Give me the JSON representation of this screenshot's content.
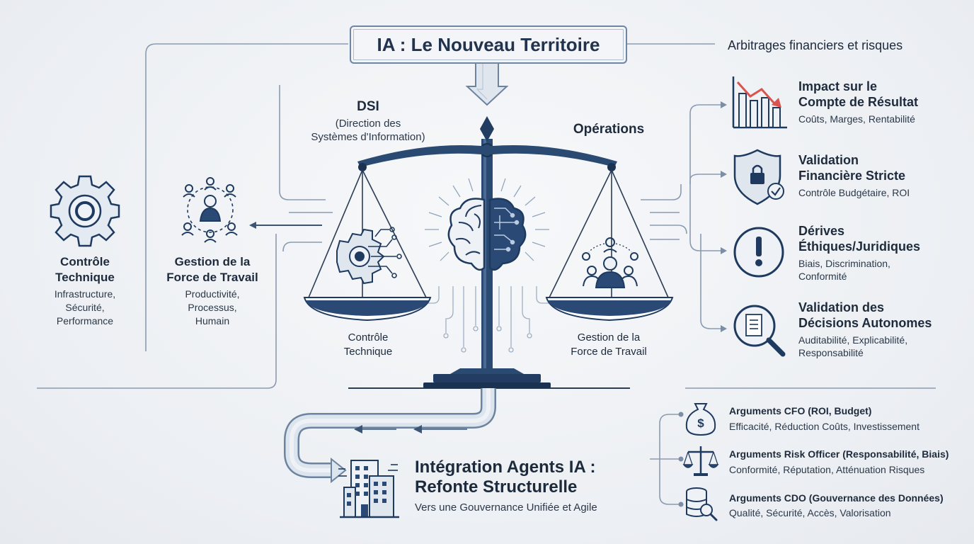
{
  "title": "IA : Le Nouveau Territoire",
  "right_header": "Arbitrages financiers et risques",
  "scale": {
    "left_top_title": "DSI",
    "left_top_sub1": "(Direction des",
    "left_top_sub2": "Systèmes d'Information)",
    "right_top_title": "Opérations",
    "left_pan_label1": "Contrôle",
    "left_pan_label2": "Technique",
    "right_pan_label1": "Gestion de la",
    "right_pan_label2": "Force de Travail"
  },
  "left_blocks": [
    {
      "title1": "Contrôle",
      "title2": "Technique",
      "desc": [
        "Infrastructure,",
        "Sécurité,",
        "Performance"
      ]
    },
    {
      "title1": "Gestion de la",
      "title2": "Force de Travail",
      "desc": [
        "Productivité,",
        "Processus,",
        "Humain"
      ]
    }
  ],
  "risks": [
    {
      "title1": "Impact sur le",
      "title2": "Compte de Résultat",
      "desc1": "Coûts, Marges, Rentabilité",
      "desc2": ""
    },
    {
      "title1": "Validation",
      "title2": "Financière Stricte",
      "desc1": "Contrôle Budgétaire, ROI",
      "desc2": ""
    },
    {
      "title1": "Dérives",
      "title2": "Éthiques/Juridiques",
      "desc1": "Biais, Discrimination,",
      "desc2": "Conformité"
    },
    {
      "title1": "Validation des",
      "title2": "Décisions Autonomes",
      "desc1": "Auditabilité, Explicabilité,",
      "desc2": "Responsabilité"
    }
  ],
  "integration": {
    "title1": "Intégration Agents IA :",
    "title2": "Refonte Structurelle",
    "subtitle": "Vers une Gouvernance Unifiée et Agile"
  },
  "arguments": [
    {
      "title": "Arguments CFO (ROI, Budget)",
      "desc": "Efficacité, Réduction Coûts, Investissement"
    },
    {
      "title": "Arguments Risk Officer (Responsabilité, Biais)",
      "desc": "Conformité, Réputation, Atténuation Risques"
    },
    {
      "title": "Arguments CDO (Gouvernance des Données)",
      "desc": "Qualité, Sécurité, Accès, Valorisation"
    }
  ],
  "colors": {
    "navy": "#1f3a5f",
    "steel": "#6d84a0",
    "line": "#8a9bb0",
    "accent_red": "#d9534f",
    "pan": "#2a4a75"
  },
  "icons": [
    "gear-icon",
    "team-network-icon",
    "brain-circuit-icon",
    "chart-down-icon",
    "shield-lock-icon",
    "exclamation-icon",
    "document-search-icon",
    "building-icon",
    "money-bag-icon",
    "scale-icon",
    "database-search-icon",
    "curved-arrow-icon",
    "down-arrow-icon"
  ]
}
